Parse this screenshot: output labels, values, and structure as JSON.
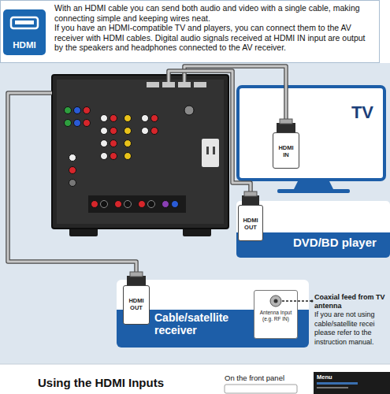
{
  "diagram": {
    "nodes": [
      {
        "text": [
          "With an HDMI cable you can send both audio and video with a single cable, making connecting simple and keeping wires neat.",
          "If you have an HDMI-compatible TV and players, you can connect them to the AV receiver with HDMI cables. Digital audio signals received at HDMI IN input are output by the speakers and headphones connected to the AV receiver."
        ]
      },
      {
        "text": [
          "HDMI"
        ],
        "in": 0
      },
      {
        "text": [
          "TV"
        ]
      },
      {
        "text": [
          "HDMI IN"
        ],
        "in": 2
      },
      {
        "text": [
          "DVD/BD player"
        ]
      },
      {
        "text": [
          "HDMI OUT"
        ],
        "in": 4
      },
      {
        "text": [
          "Cable/satellite receiver"
        ]
      },
      {
        "text": [
          "HDMI OUT"
        ],
        "in": 6
      },
      {
        "text": [
          "Antenna Input (e.g. RF IN)"
        ],
        "in": 6
      }
    ],
    "labels": [
      "Coaxial feed from TV antenna",
      "If you are not using cable/satellite recei please refer to the instruction manual.",
      "Using the HDMI Inputs",
      "On the front panel",
      "Menu"
    ]
  }
}
